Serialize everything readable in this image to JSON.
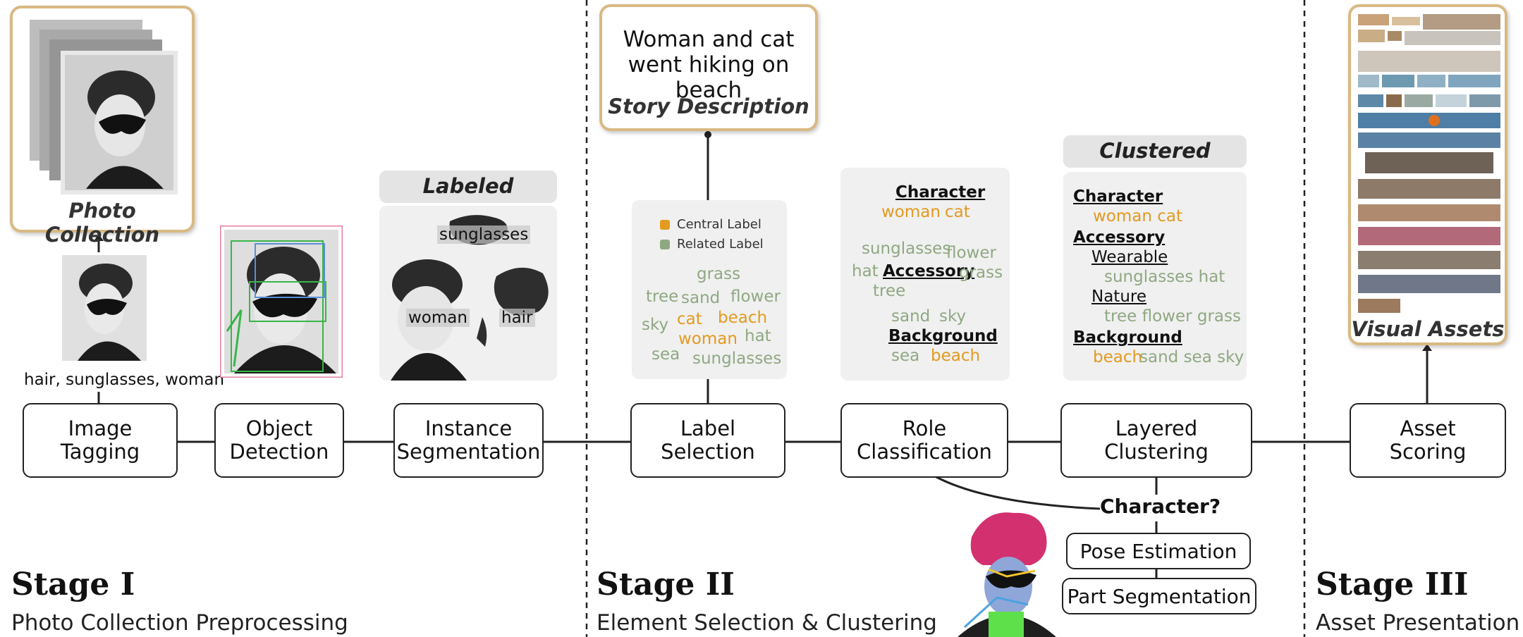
{
  "stages": [
    {
      "title": "Stage I",
      "subtitle": "Photo Collection Preprocessing"
    },
    {
      "title": "Stage II",
      "subtitle": "Element Selection & Clustering"
    },
    {
      "title": "Stage III",
      "subtitle": "Asset Presentation"
    }
  ],
  "process": {
    "image_tagging": "Image\nTagging",
    "object_detection": "Object\nDetection",
    "instance_segmentation": "Instance\nSegmentation",
    "label_selection": "Label\nSelection",
    "role_classification": "Role\nClassification",
    "layered_clustering": "Layered\nClustering",
    "asset_scoring": "Asset\nScoring",
    "pose_estimation": "Pose Estimation",
    "part_segmentation": "Part Segmentation"
  },
  "decision": "Character?",
  "photo_collection": {
    "label": "Photo Collection"
  },
  "tags_text": "hair, sunglasses, woman",
  "labeled_elements": {
    "title": "Labeled Elements",
    "labels": {
      "sunglasses": "sunglasses",
      "woman": "woman",
      "hair": "hair"
    }
  },
  "story": {
    "text": "Woman and cat went hiking on beach",
    "label": "Story Description"
  },
  "label_selection_panel": {
    "legend": {
      "central": "Central Label",
      "related": "Related Label"
    },
    "words": {
      "grass": "grass",
      "tree": "tree",
      "sand": "sand",
      "flower": "flower",
      "sky": "sky",
      "cat": "cat",
      "beach": "beach",
      "woman": "woman",
      "hat": "hat",
      "sea": "sea",
      "sunglasses": "sunglasses"
    }
  },
  "role_panel": {
    "character": "Character",
    "woman": "woman",
    "cat": "cat",
    "sunglasses": "sunglasses",
    "flower": "flower",
    "hat": "hat",
    "accessory": "Accessory",
    "grass": "grass",
    "tree": "tree",
    "sand": "sand",
    "sky": "sky",
    "background": "Background",
    "sea": "sea",
    "beach": "beach"
  },
  "clustered": {
    "title": "Clustered Elements",
    "character": "Character",
    "character_items": "woman  cat",
    "accessory": "Accessory",
    "wearable": "Wearable",
    "wearable_items": "sunglasses  hat",
    "nature": "Nature",
    "nature_items": "tree  flower  grass",
    "background": "Background",
    "background_items": [
      "beach",
      "sand  sea  sky"
    ]
  },
  "visual_assets": {
    "label": "Visual Assets"
  },
  "colors": {
    "central": "#e39a20",
    "related": "#8fa882",
    "callout_border": "#d9b983"
  },
  "icons": [
    "photo-stack",
    "portrait-photo",
    "detection-photo",
    "segmented-cutouts",
    "pose-figure",
    "asset-thumbnails"
  ]
}
